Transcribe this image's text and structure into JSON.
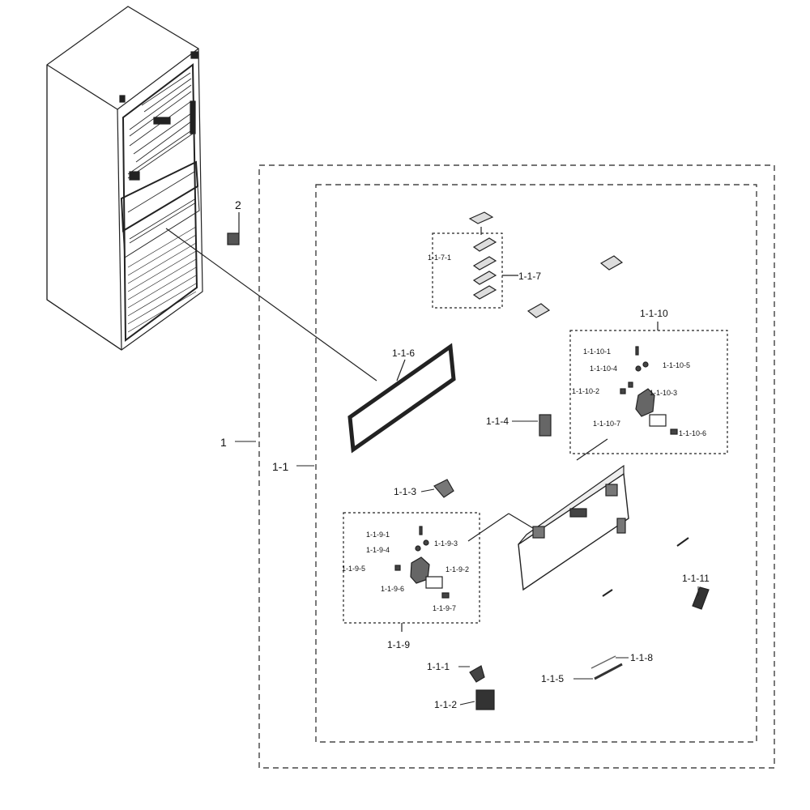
{
  "labels": {
    "l_1": "1",
    "l_2": "2",
    "l_1_1": "1-1",
    "l_1_1_1": "1-1-1",
    "l_1_1_2": "1-1-2",
    "l_1_1_3": "1-1-3",
    "l_1_1_4": "1-1-4",
    "l_1_1_5": "1-1-5",
    "l_1_1_6": "1-1-6",
    "l_1_1_7": "1-1-7",
    "l_1_1_7_1": "1-1-7-1",
    "l_1_1_8": "1-1-8",
    "l_1_1_9": "1-1-9",
    "l_1_1_9_1": "1-1-9-1",
    "l_1_1_9_2": "1-1-9-2",
    "l_1_1_9_3": "1-1-9-3",
    "l_1_1_9_4": "1-1-9-4",
    "l_1_1_9_5": "1-1-9-5",
    "l_1_1_9_6": "1-1-9-6",
    "l_1_1_9_7": "1-1-9-7",
    "l_1_1_10": "1-1-10",
    "l_1_1_10_1": "1-1-10-1",
    "l_1_1_10_2": "1-1-10-2",
    "l_1_1_10_3": "1-1-10-3",
    "l_1_1_10_4": "1-1-10-4",
    "l_1_1_10_5": "1-1-10-5",
    "l_1_1_10_6": "1-1-10-6",
    "l_1_1_10_7": "1-1-10-7",
    "l_1_1_11": "1-1-11"
  },
  "colors": {
    "line": "#222222",
    "background": "#ffffff"
  }
}
